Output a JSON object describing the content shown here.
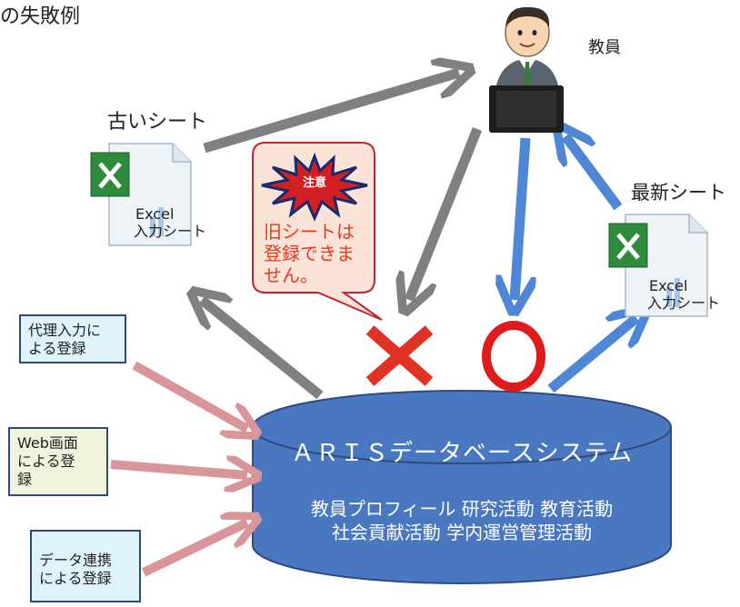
{
  "title": "の失敗例",
  "teacher": {
    "label": "教員"
  },
  "old_sheet": {
    "label": "古いシート",
    "doc_line1": "Excel",
    "doc_line2": "入力シート"
  },
  "new_sheet": {
    "label": "最新シート",
    "doc_line1": "Excel",
    "doc_line2": "入力シート"
  },
  "warning": {
    "badge": "注意",
    "line1": "旧シートは",
    "line2": "登録できま",
    "line3": "せん。"
  },
  "notes": {
    "proxy_line1": "代理入力に",
    "proxy_line2": "よる登録",
    "web_line1": "Web画面",
    "web_line2": "による登",
    "web_line3": "録",
    "link_line1": "データ連携",
    "link_line2": "による登録"
  },
  "database": {
    "title": "ＡＲＩＳデータベースシステム",
    "line1": "教員プロフィール 研究活動 教育活動",
    "line2": "社会貢献活動 学内運営管理活動"
  },
  "colors": {
    "blue_arrow": "#4f86d6",
    "gray_arrow": "#808080",
    "pink_arrow": "#d9959a",
    "db_fill": "#4a78c0",
    "cross": "#e03326",
    "circle": "#e01b1b"
  },
  "icons": [
    "excel-sheet-icon",
    "teacher-avatar-icon",
    "warning-burst-icon",
    "reject-cross-icon",
    "accept-circle-icon"
  ]
}
